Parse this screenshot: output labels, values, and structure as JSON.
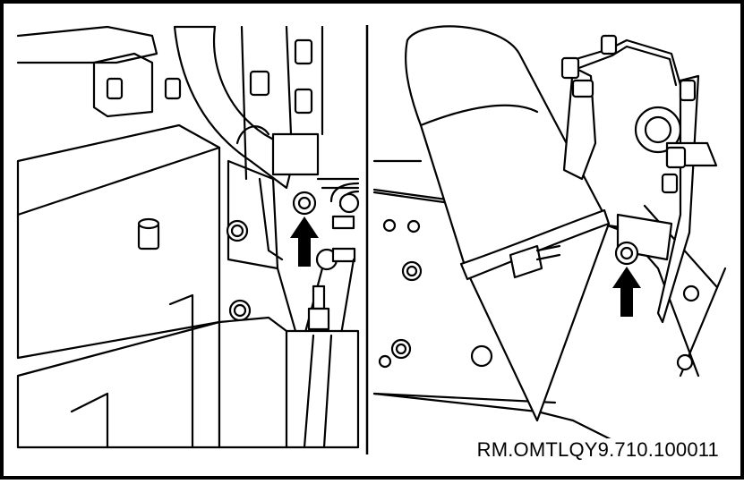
{
  "figure": {
    "reference_code": "RM.OMTLQY9.710.100011",
    "panels": [
      {
        "id": "left",
        "callout": "arrow-up-to-nut"
      },
      {
        "id": "right",
        "callout": "arrow-up-to-nut"
      }
    ],
    "colors": {
      "line": "#000000",
      "background": "#ffffff"
    },
    "icons": [
      "arrow-up-icon",
      "bolt-icon",
      "nut-icon",
      "hose-clamp-icon"
    ]
  }
}
